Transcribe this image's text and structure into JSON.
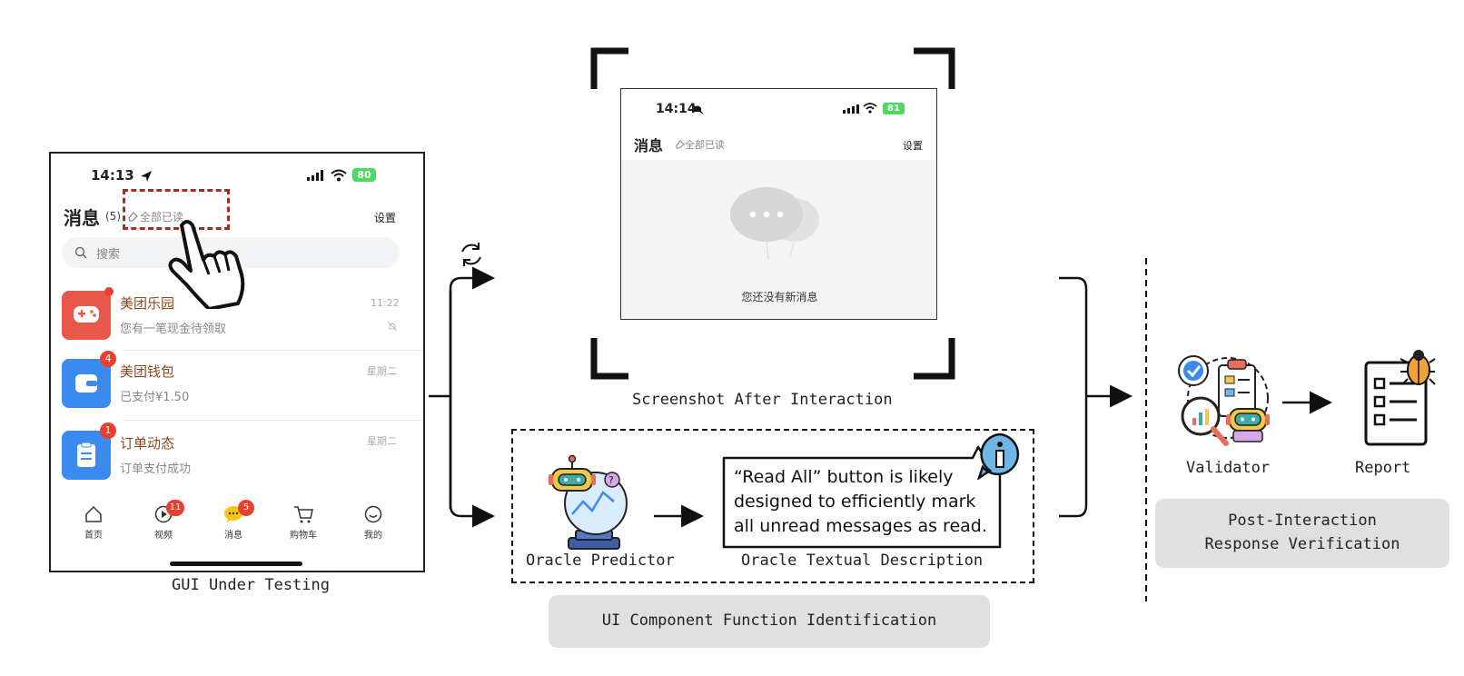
{
  "gui_under_testing": {
    "status_time": "14:13",
    "battery": "80",
    "title": "消息",
    "count": "(5)",
    "mark_all_read": "全部已读",
    "settings": "设置",
    "search_placeholder": "搜索",
    "messages": [
      {
        "title": "美团乐园",
        "subtitle": "您有一笔现金待领取",
        "time": "11:22",
        "badge": ""
      },
      {
        "title": "美团钱包",
        "subtitle": "已支付¥1.50",
        "time": "星期二",
        "badge": "4"
      },
      {
        "title": "订单动态",
        "subtitle": "订单支付成功",
        "time": "星期二",
        "badge": "1"
      }
    ],
    "tabs": [
      {
        "label": "首页",
        "badge": ""
      },
      {
        "label": "视频",
        "badge": "11"
      },
      {
        "label": "消息",
        "badge": "5"
      },
      {
        "label": "购物车",
        "badge": ""
      },
      {
        "label": "我的",
        "badge": ""
      }
    ],
    "caption": "GUI Under Testing"
  },
  "after_screen": {
    "status_time": "14:14",
    "battery": "81",
    "title": "消息",
    "mark_all_read": "全部已读",
    "settings": "设置",
    "empty_text": "您还没有新消息",
    "caption": "Screenshot After Interaction"
  },
  "oracle": {
    "predictor_label": "Oracle Predictor",
    "description_label": "Oracle Textual Description",
    "description_text": "“Read All” button is likely designed to efficiently mark all unread messages as read.",
    "panel_label": "UI Component Function Identification"
  },
  "verification": {
    "validator_label": "Validator",
    "report_label": "Report",
    "panel_label_line1": "Post-Interaction",
    "panel_label_line2": "Response Verification"
  },
  "colors": {
    "highlight_box": "#a52a1f",
    "badge_red": "#e8402f",
    "app_red": "#e9574a",
    "app_blue": "#3b8af0",
    "battery_green": "#4cd964",
    "panel_grey": "#e0e0e0"
  }
}
